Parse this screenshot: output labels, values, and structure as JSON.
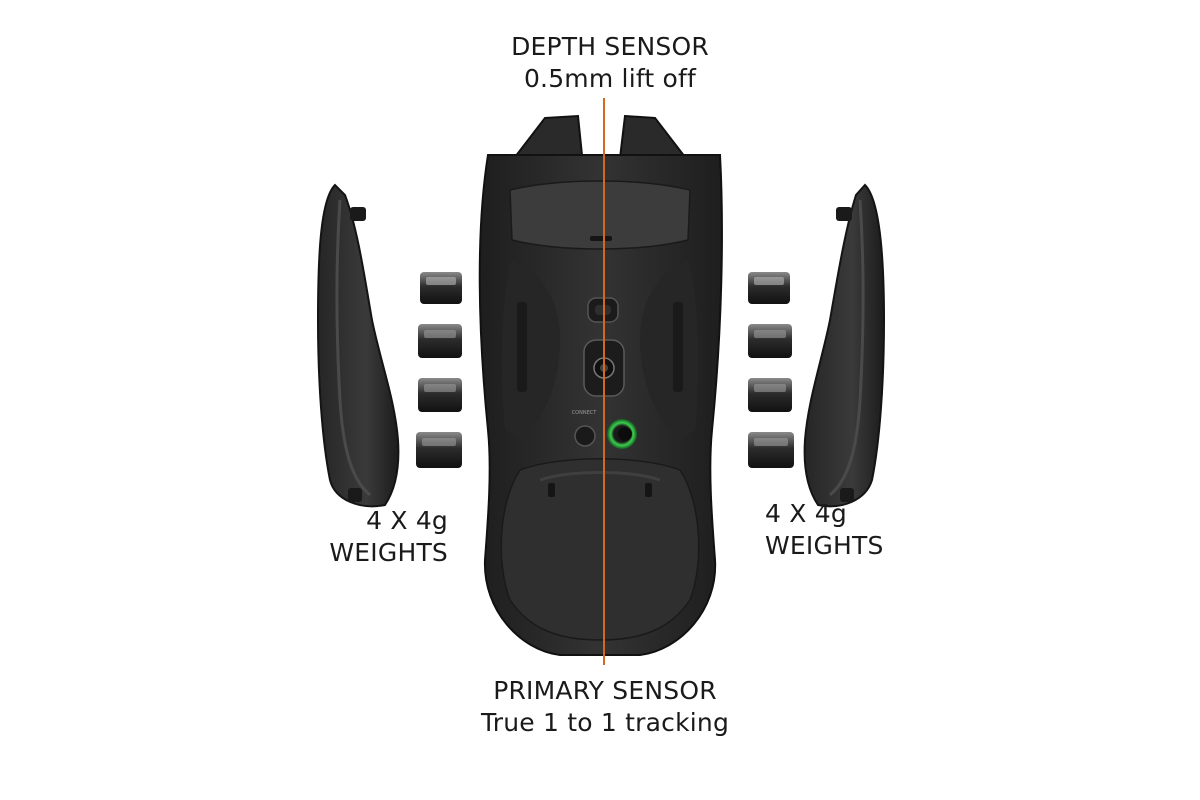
{
  "labels": {
    "depth_sensor": {
      "title": "DEPTH SENSOR",
      "detail": "0.5mm lift off"
    },
    "primary_sensor": {
      "title": "PRIMARY SENSOR",
      "detail": "True 1 to 1 tracking"
    },
    "weights_left": {
      "count": "4 X 4g",
      "name": "WEIGHTS"
    },
    "weights_right": {
      "count": "4 X 4g",
      "name": "WEIGHTS"
    }
  },
  "mouse": {
    "button_text": "CONNECT"
  },
  "colors": {
    "callout_line": "#d2691e",
    "mouse_body": "#2b2b2b",
    "sensor_glow": "#3ccf4e",
    "background": "#ffffff"
  }
}
